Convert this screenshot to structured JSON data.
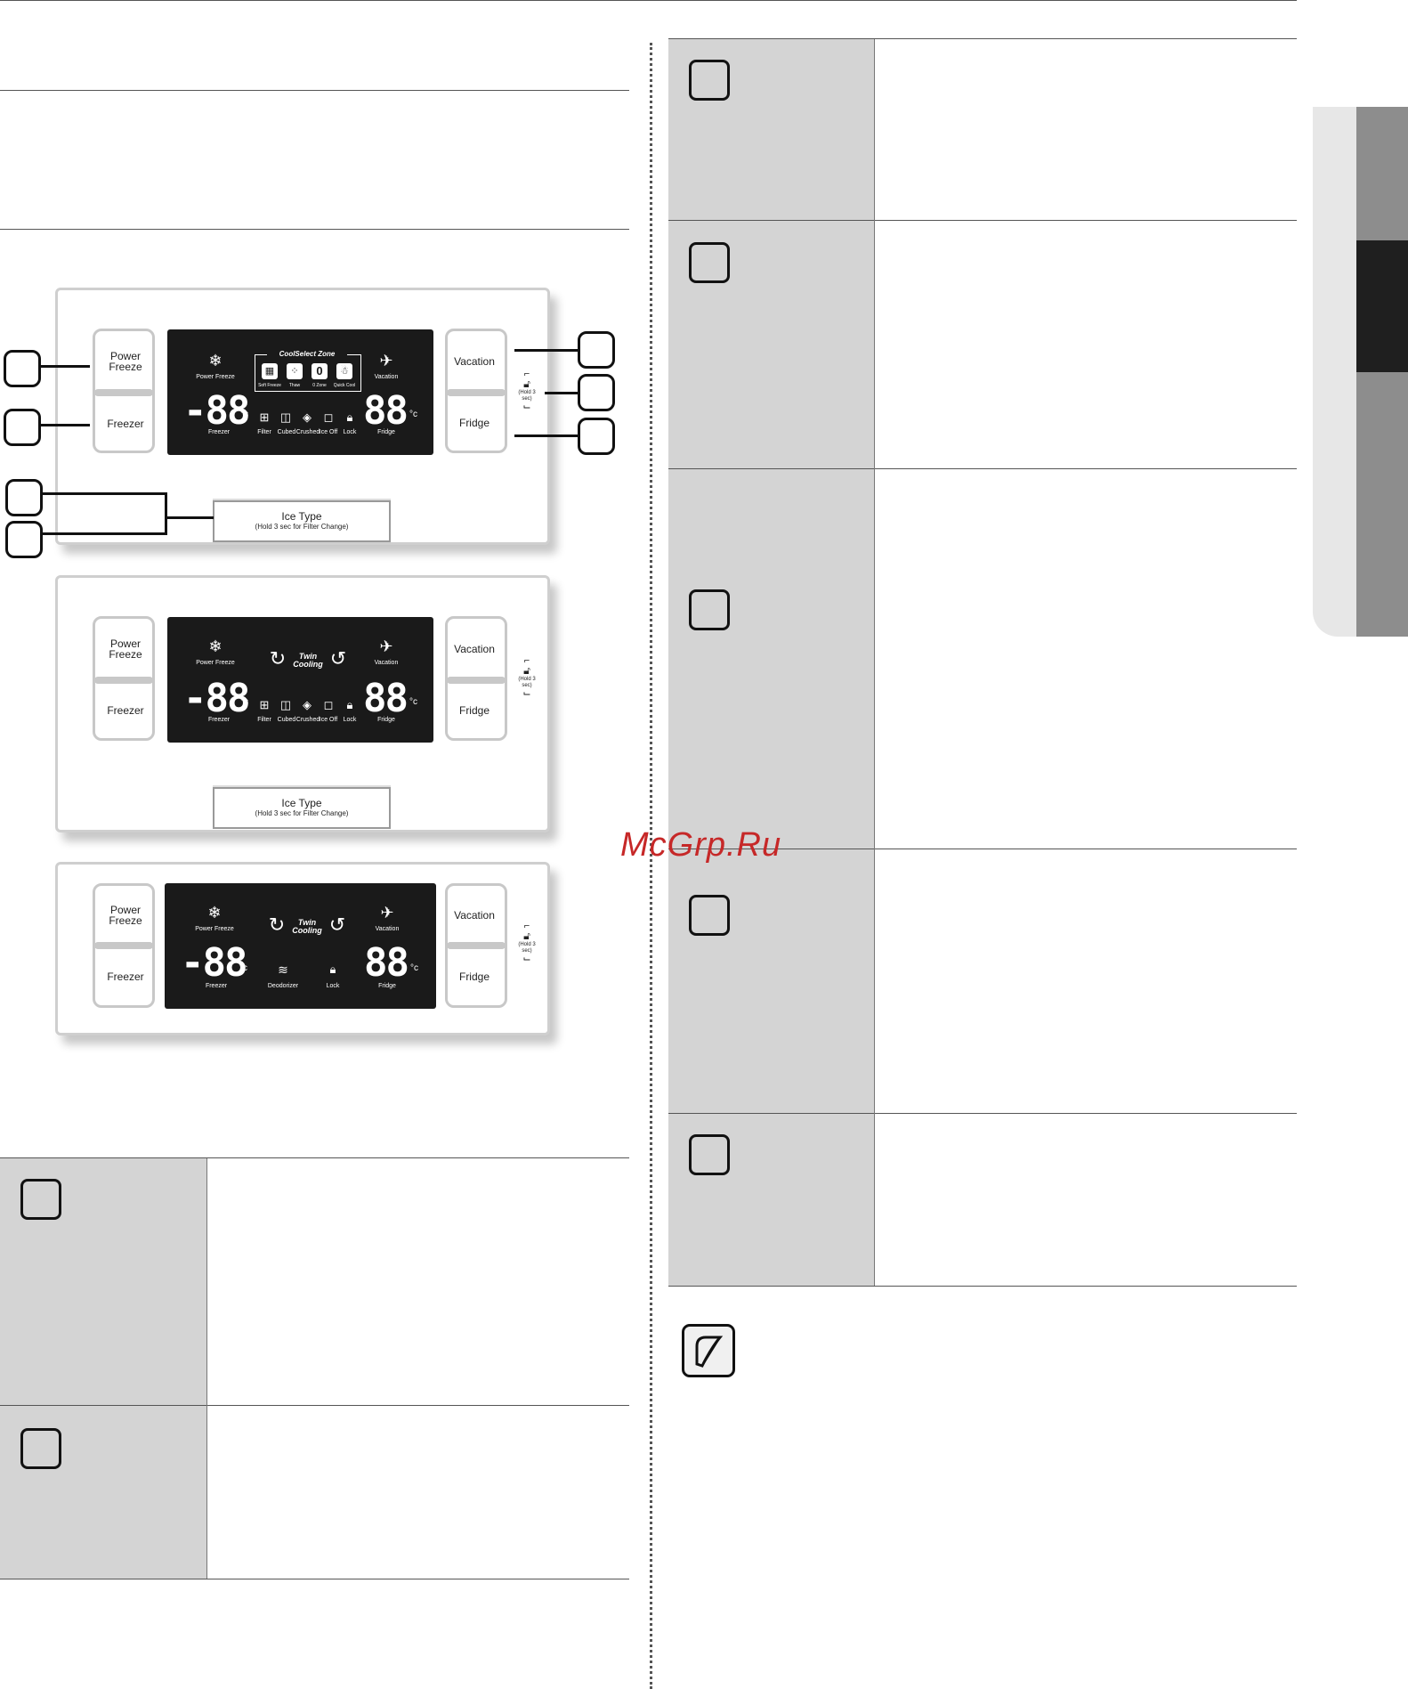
{
  "panel1": {
    "power_freeze_line1": "Power",
    "power_freeze_line2": "Freeze",
    "freezer": "Freezer",
    "vacation": "Vacation",
    "fridge": "Fridge",
    "hold3": "(Hold 3 sec)",
    "display": {
      "power_freeze": "Power Freeze",
      "zone_title": "CoolSelect Zone",
      "soft_freeze": "Soft Freeze",
      "thaw": "Thaw",
      "zero_zone": "0 Zone",
      "zero_glyph": "0",
      "quick_cool": "Quick Cool",
      "vacation": "Vacation",
      "freezer_temp": "-88",
      "fridge_temp": "88",
      "deg": "°c",
      "freezer": "Freezer",
      "fridge": "Fridge",
      "filter": "Filter",
      "cubed": "Cubed",
      "crushed": "Crushed",
      "ice_off": "Ice Off",
      "lock": "Lock"
    },
    "ice_type": "Ice Type",
    "ice_type_hint": "(Hold 3 sec for Filter Change)"
  },
  "panel2": {
    "power_freeze_line1": "Power",
    "power_freeze_line2": "Freeze",
    "freezer": "Freezer",
    "vacation": "Vacation",
    "fridge": "Fridge",
    "hold3": "(Hold 3 sec)",
    "display": {
      "power_freeze": "Power Freeze",
      "twin1": "Twin",
      "twin2": "Cooling",
      "vacation": "Vacation",
      "freezer_temp": "-88",
      "fridge_temp": "88",
      "deg": "°c",
      "freezer": "Freezer",
      "fridge": "Fridge",
      "filter": "Filter",
      "cubed": "Cubed",
      "crushed": "Crushed",
      "ice_off": "Ice Off",
      "lock": "Lock"
    },
    "ice_type": "Ice Type",
    "ice_type_hint": "(Hold 3 sec for Filter Change)"
  },
  "panel3": {
    "power_freeze_line1": "Power",
    "power_freeze_line2": "Freeze",
    "freezer": "Freezer",
    "vacation": "Vacation",
    "fridge": "Fridge",
    "hold3": "(Hold 3 sec)",
    "display": {
      "power_freeze": "Power Freeze",
      "twin1": "Twin",
      "twin2": "Cooling",
      "vacation": "Vacation",
      "freezer_temp": "-88",
      "fridge_temp": "88",
      "deg": "°c",
      "freezer": "Freezer",
      "fridge": "Fridge",
      "deodorizer": "Deodorizer",
      "lock": "Lock"
    }
  },
  "watermark": "McGrp.Ru"
}
